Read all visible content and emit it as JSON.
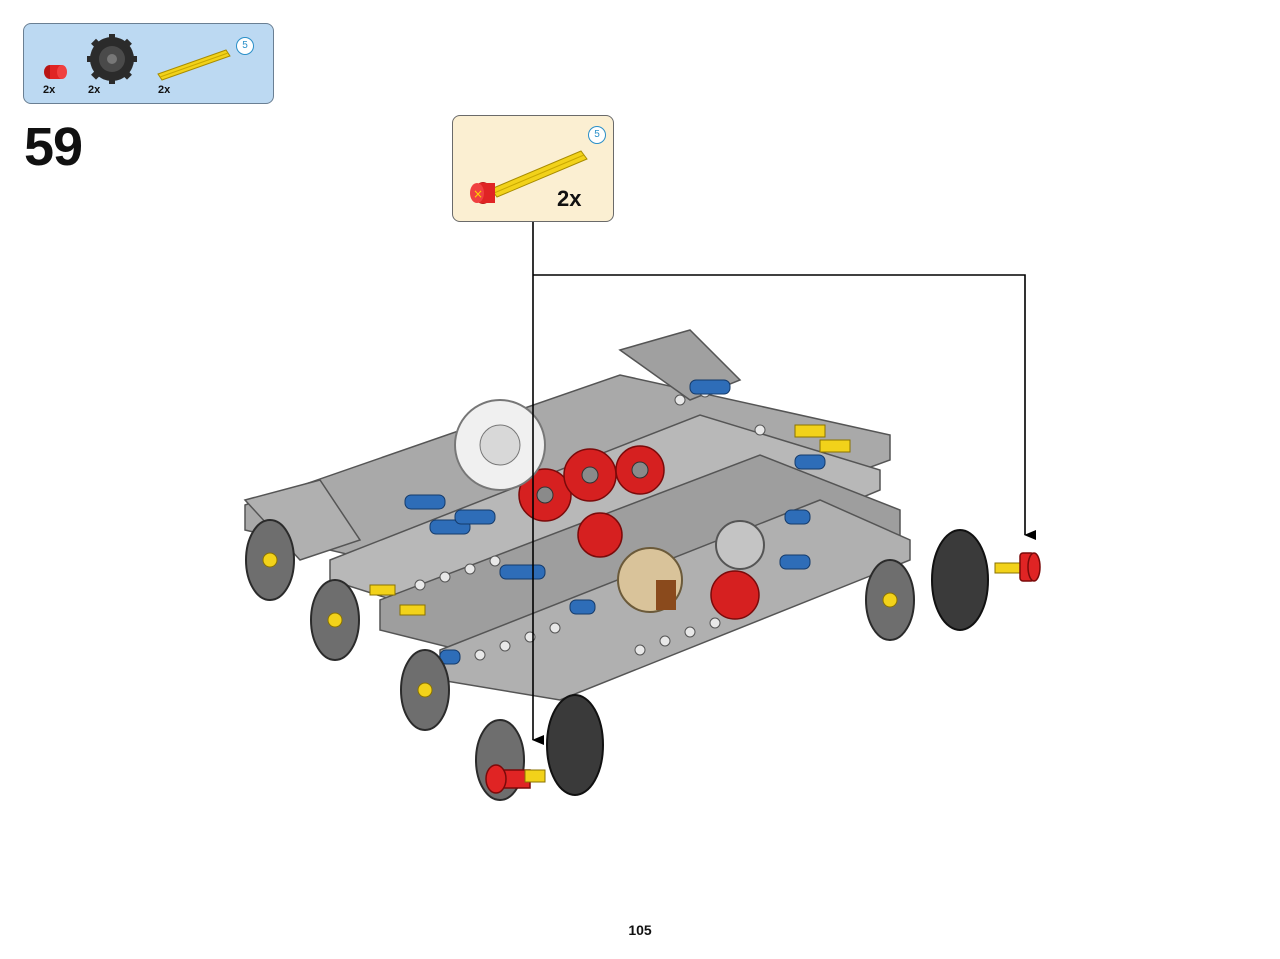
{
  "parts_list": {
    "items": [
      {
        "name": "red-bush-icon",
        "qty": "2x"
      },
      {
        "name": "gear-wheel-icon",
        "qty": "2x"
      },
      {
        "name": "yellow-axle-icon",
        "qty": "2x",
        "length": "5"
      }
    ]
  },
  "step": {
    "number": "59"
  },
  "callout": {
    "qty": "2x",
    "length": "5",
    "part_icon": "axle-with-stop-icon"
  },
  "page": {
    "number": "105"
  },
  "colors": {
    "parts_box": "#bcd9f2",
    "callout_box": "#fbefd2",
    "beam_gray": "#a9a9a9",
    "gear_red": "#d62020",
    "pin_blue": "#2e6db8",
    "axle_yellow": "#f2d21a",
    "gear_tan": "#d9c39a"
  }
}
